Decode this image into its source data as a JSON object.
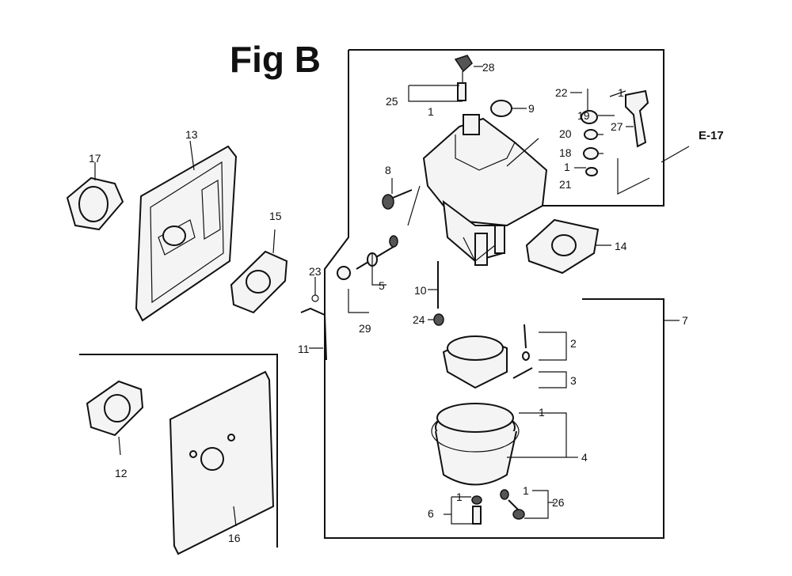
{
  "figure": {
    "title": "Fig B",
    "ref": "E-17"
  },
  "callouts": {
    "c1a": "1",
    "c1b": "1",
    "c1c": "1",
    "c1d": "1",
    "c1e": "1",
    "c1f": "1",
    "c2": "2",
    "c3": "3",
    "c4": "4",
    "c5": "5",
    "c6": "6",
    "c7": "7",
    "c8": "8",
    "c9": "9",
    "c10": "10",
    "c11": "11",
    "c12": "12",
    "c13": "13",
    "c14": "14",
    "c15": "15",
    "c16": "16",
    "c17": "17",
    "c18": "18",
    "c19": "19",
    "c20": "20",
    "c21": "21",
    "c22": "22",
    "c23": "23",
    "c24": "24",
    "c25": "25",
    "c26": "26",
    "c27": "27",
    "c28": "28",
    "c29": "29"
  }
}
